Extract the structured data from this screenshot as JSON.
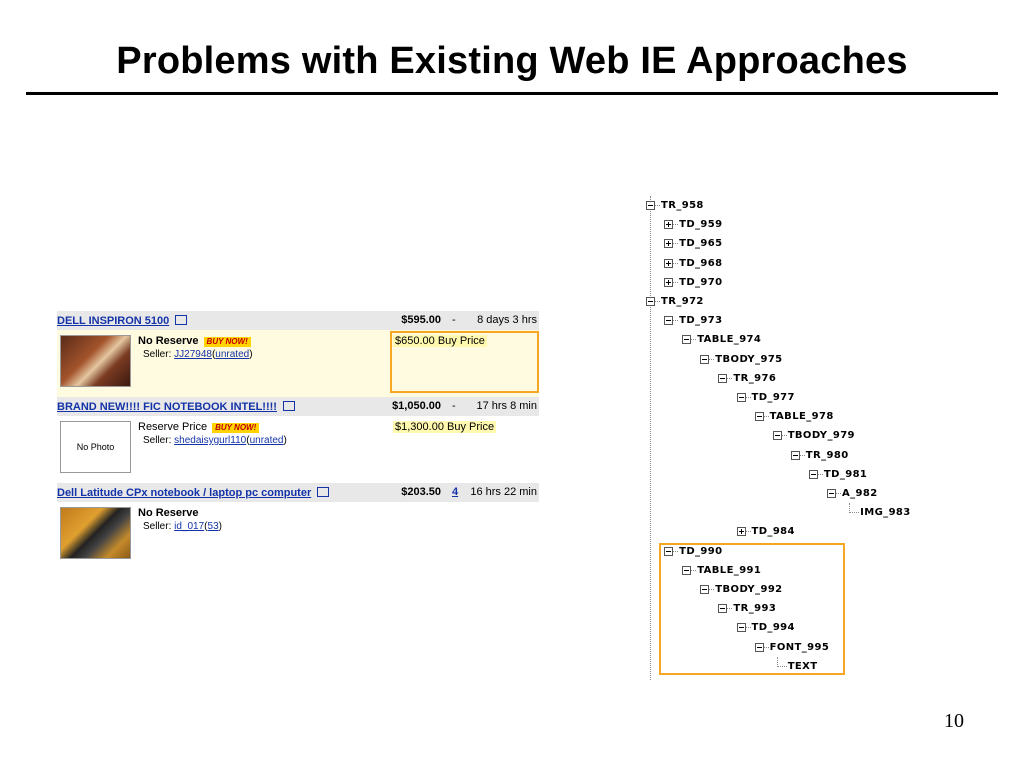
{
  "slide": {
    "title": "Problems with Existing Web IE Approaches",
    "page_number": "10"
  },
  "listing": {
    "items": [
      {
        "title": "DELL INSPIRON 5100",
        "price": "$595.00",
        "bids": "-",
        "time": "8 days 3 hrs",
        "reserve": "No Reserve",
        "buy_now": "BUY NOW!",
        "seller_label": "Seller:",
        "seller": "JJ27948",
        "rating": "unrated",
        "buy_price": "$650.00 Buy Price",
        "photo": "laptop-photo"
      },
      {
        "title": "BRAND NEW!!!! FIC NOTEBOOK INTEL!!!!",
        "price": "$1,050.00",
        "bids": "-",
        "time": "17 hrs 8 min",
        "reserve": "Reserve Price",
        "buy_now": "BUY NOW!",
        "seller_label": "Seller:",
        "seller": "shedaisygurl110",
        "rating": "unrated",
        "buy_price": "$1,300.00 Buy Price",
        "no_photo": "No Photo"
      },
      {
        "title": "Dell Latitude CPx notebook / laptop pc computer",
        "price": "$203.50",
        "bids": "4",
        "time": "16 hrs 22 min",
        "reserve": "No Reserve",
        "seller_label": "Seller:",
        "seller": "id_017",
        "rating": "53",
        "photo": "laptop-photo"
      }
    ]
  },
  "tree": {
    "nodes": [
      {
        "label": "TR_958",
        "depth": 0,
        "expander": "minus"
      },
      {
        "label": "TD_959",
        "depth": 1,
        "expander": "plus"
      },
      {
        "label": "TD_965",
        "depth": 1,
        "expander": "plus"
      },
      {
        "label": "TD_968",
        "depth": 1,
        "expander": "plus"
      },
      {
        "label": "TD_970",
        "depth": 1,
        "expander": "plus"
      },
      {
        "label": "TR_972",
        "depth": 0,
        "expander": "minus"
      },
      {
        "label": "TD_973",
        "depth": 1,
        "expander": "minus"
      },
      {
        "label": "TABLE_974",
        "depth": 2,
        "expander": "minus"
      },
      {
        "label": "TBODY_975",
        "depth": 3,
        "expander": "minus"
      },
      {
        "label": "TR_976",
        "depth": 4,
        "expander": "minus"
      },
      {
        "label": "TD_977",
        "depth": 5,
        "expander": "minus"
      },
      {
        "label": "TABLE_978",
        "depth": 6,
        "expander": "minus"
      },
      {
        "label": "TBODY_979",
        "depth": 7,
        "expander": "minus"
      },
      {
        "label": "TR_980",
        "depth": 8,
        "expander": "minus"
      },
      {
        "label": "TD_981",
        "depth": 9,
        "expander": "minus"
      },
      {
        "label": "A_982",
        "depth": 10,
        "expander": "minus"
      },
      {
        "label": "IMG_983",
        "depth": 11,
        "expander": "none"
      },
      {
        "label": "TD_984",
        "depth": 5,
        "expander": "plus"
      },
      {
        "label": "TD_990",
        "depth": 1,
        "expander": "minus"
      },
      {
        "label": "TABLE_991",
        "depth": 2,
        "expander": "minus"
      },
      {
        "label": "TBODY_992",
        "depth": 3,
        "expander": "minus"
      },
      {
        "label": "TR_993",
        "depth": 4,
        "expander": "minus"
      },
      {
        "label": "TD_994",
        "depth": 5,
        "expander": "minus"
      },
      {
        "label": "FONT_995",
        "depth": 6,
        "expander": "minus"
      },
      {
        "label": "TEXT",
        "depth": 7,
        "expander": "none"
      }
    ]
  },
  "colors": {
    "highlight": "#f5a623",
    "link": "#1433a8",
    "header_bg": "#e8e8e8",
    "featured_bg": "#fffbe0"
  }
}
